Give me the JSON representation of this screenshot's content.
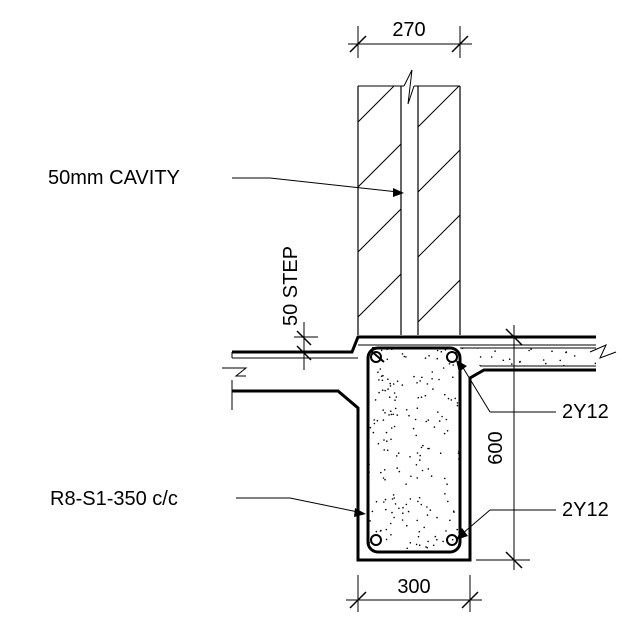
{
  "dimensions": {
    "wall_width": "270",
    "beam_width": "300",
    "beam_depth": "600",
    "step": "50 STEP"
  },
  "labels": {
    "cavity": "50mm CAVITY",
    "stirrups": "R8-S1-350 c/c",
    "top_bars": "2Y12",
    "bottom_bars": "2Y12"
  },
  "colors": {
    "line": "#000000",
    "background": "#ffffff"
  }
}
